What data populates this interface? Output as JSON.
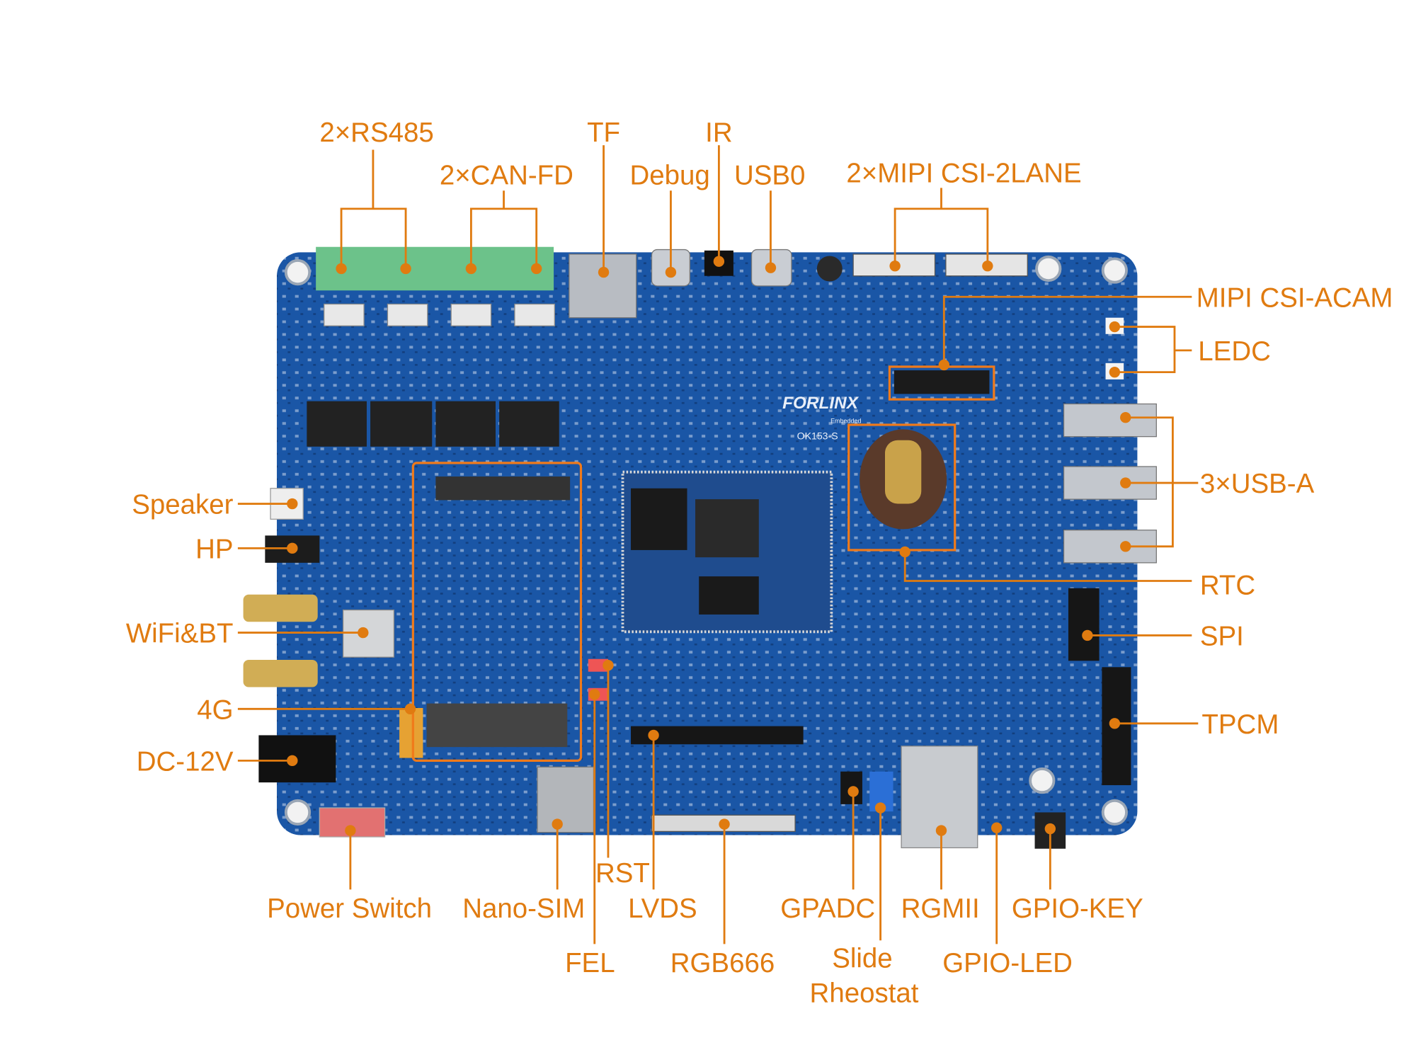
{
  "board": {
    "brand": "FORLINX",
    "brand_sub": "Embedded",
    "model": "OK153-S",
    "colors": {
      "pcb": "#1a56a6",
      "label": "#e07b10",
      "terminal": "#6cc28a"
    }
  },
  "labels": {
    "rs485": "2×RS485",
    "canfd": "2×CAN-FD",
    "tf": "TF",
    "ir": "IR",
    "debug": "Debug",
    "usb0": "USB0",
    "mipi_2lane": "2×MIPI CSI-2LANE",
    "mipi_acam": "MIPI CSI-ACAM",
    "ledc": "LEDC",
    "usb_a": "3×USB-A",
    "rtc": "RTC",
    "spi": "SPI",
    "tpcm": "TPCM",
    "speaker": "Speaker",
    "hp": "HP",
    "wifi_bt": "WiFi&BT",
    "g4": "4G",
    "dc12v": "DC-12V",
    "power_switch": "Power Switch",
    "nano_sim": "Nano-SIM",
    "rst": "RST",
    "lvds": "LVDS",
    "fel": "FEL",
    "rgb666": "RGB666",
    "gpadc": "GPADC",
    "slide": "Slide",
    "rheostat": "Rheostat",
    "rgmii": "RGMII",
    "gpio_led": "GPIO-LED",
    "gpio_key": "GPIO-KEY"
  }
}
